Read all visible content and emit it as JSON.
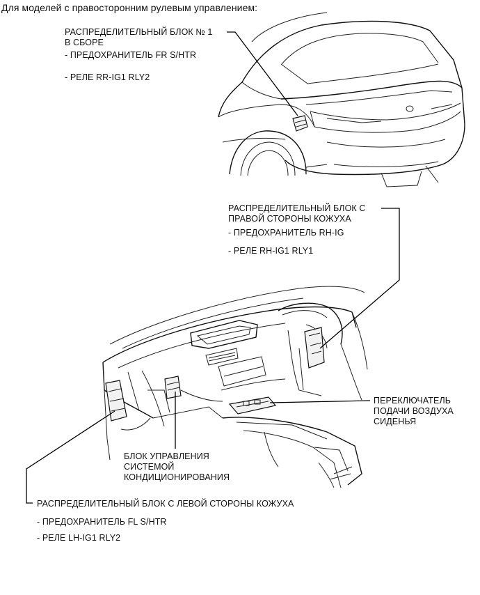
{
  "header": "Для моделей с правосторонним рулевым управлением:",
  "rear_block": {
    "title1": "РАСПРЕДЕЛИТЕЛЬНЫЙ БЛОК № 1",
    "title2": "В СБОРЕ",
    "item1": "- ПРЕДОХРАНИТЕЛЬ FR S/HTR",
    "item2": "- РЕЛЕ RR-IG1 RLY2"
  },
  "right_block": {
    "title1": "РАСПРЕДЕЛИТЕЛЬНЫЙ БЛОК С",
    "title2": "ПРАВОЙ СТОРОНЫ КОЖУХА",
    "item1": "- ПРЕДОХРАНИТЕЛЬ RH-IG",
    "item2": "- РЕЛЕ RH-IG1 RLY1"
  },
  "seat_switch": {
    "line1": "ПЕРЕКЛЮЧАТЕЛЬ",
    "line2": "ПОДАЧИ ВОЗДУХА",
    "line3": "СИДЕНЬЯ"
  },
  "ac_unit": {
    "line1": "БЛОК УПРАВЛЕНИЯ",
    "line2": "СИСТЕМОЙ",
    "line3": "КОНДИЦИОНИРОВАНИЯ"
  },
  "left_block": {
    "title": "РАСПРЕДЕЛИТЕЛЬНЫЙ БЛОК С ЛЕВОЙ СТОРОНЫ КОЖУХА",
    "item1": "- ПРЕДОХРАНИТЕЛЬ FL S/HTR",
    "item2": "- РЕЛЕ LH-IG1 RLY2"
  }
}
